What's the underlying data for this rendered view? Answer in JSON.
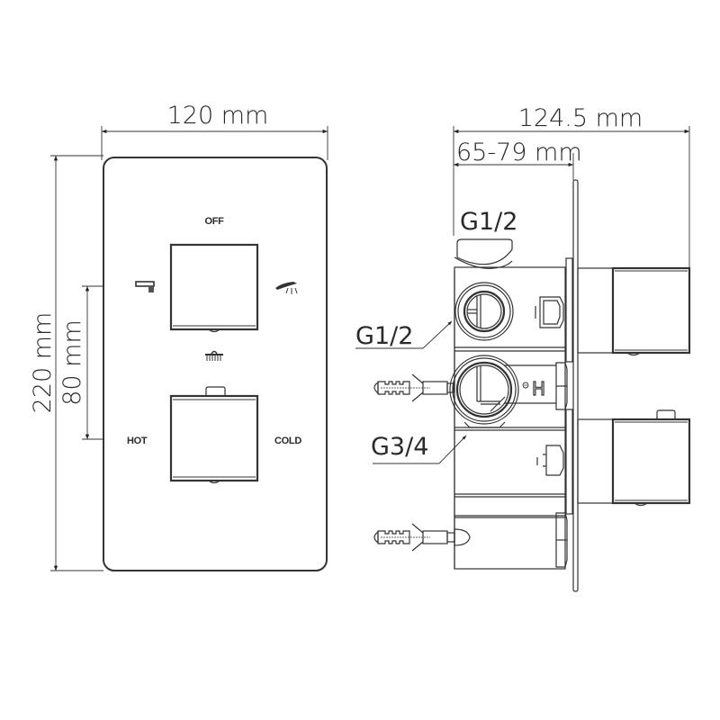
{
  "front_view": {
    "width_dim": "120 mm",
    "height_dim": "220 mm",
    "handle_spacing_dim": "80 mm",
    "labels": {
      "top": "OFF",
      "hot": "HOT",
      "cold": "COLD"
    },
    "icons": [
      "bath-spout-icon",
      "hand-shower-icon",
      "overhead-shower-icon"
    ]
  },
  "side_view": {
    "depth_total_dim": "124.5 mm",
    "install_depth_dim": "65-79 mm",
    "ports": {
      "top": "G1/2",
      "outlet": "G1/2",
      "inlet": "G3/4"
    },
    "marks": {
      "hot_mark": "H"
    }
  },
  "colors": {
    "line": "#333333",
    "background": "#ffffff"
  }
}
